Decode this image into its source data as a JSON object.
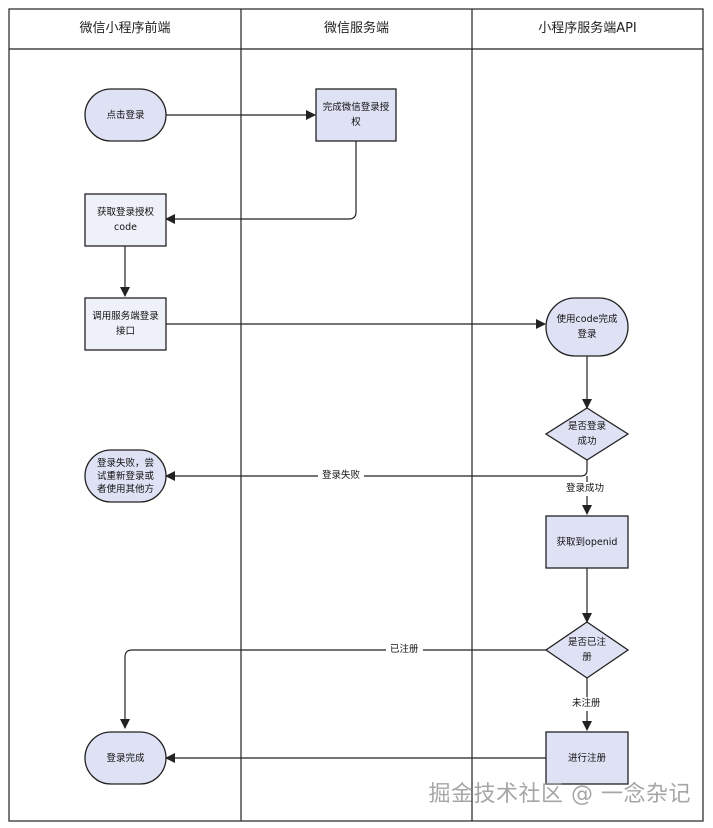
{
  "lanes": [
    {
      "title": "微信小程序前端"
    },
    {
      "title": "微信服务端"
    },
    {
      "title": "小程序服务端API"
    }
  ],
  "nodes": {
    "click_login": "点击登录",
    "wx_auth": "完成微信登录授\n权",
    "get_code": "获取登录授权\ncode",
    "call_api": "调用服务端登录\n接口",
    "use_code": "使用code完成\n登录",
    "login_success_q": "是否登录\n成功",
    "login_fail": "登录失败，尝\n试重新登录或\n者使用其他方",
    "get_openid": "获取到openid",
    "registered_q": "是否已注\n册",
    "register": "进行注册",
    "login_done": "登录完成"
  },
  "edge_labels": {
    "login_fail": "登录失败",
    "login_success": "登录成功",
    "registered": "已注册",
    "not_registered": "未注册"
  },
  "watermark": "掘金技术社区 @ 一念杂记",
  "colors": {
    "node_fill": "#dfe2f5",
    "light_fill": "#eef0fa",
    "stroke": "#222222"
  }
}
